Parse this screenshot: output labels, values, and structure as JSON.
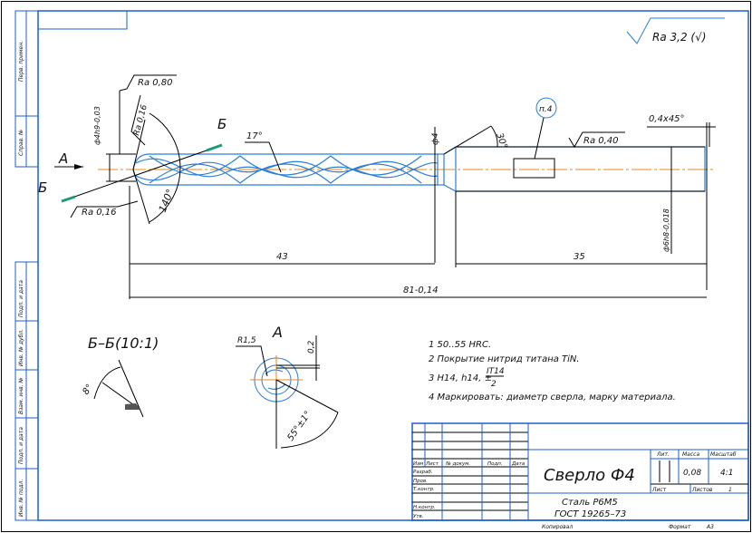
{
  "roughness_general": "Ra 3,2 (√)",
  "views": {
    "section_label": "Б–Б(10:1)",
    "view_a_label": "А",
    "section_mark": "Б"
  },
  "dimensions": {
    "diameter_tip": "ф4h9-0,03",
    "ra_080": "Ra 0,80",
    "ra_016_top": "Ra 0,16",
    "ra_016_bottom": "Ra 0,16",
    "ra_040": "Ra 0,40",
    "angle_140": "140°",
    "angle_17": "17°",
    "diameter_neck": "ф4",
    "angle_30": "30°",
    "note_ref": "п.4",
    "chamfer": "0,4x45°",
    "diameter_shank": "ф6h8-0,018",
    "len_flute": "43",
    "len_shank": "35",
    "len_total": "81-0,14",
    "radius": "R1,5",
    "offset": "0,2",
    "angle_55": "55°±1°",
    "angle_8": "8°"
  },
  "notes": [
    "1 50..55 HRC.",
    "2 Покрытие нитрид титана TiN.",
    "3 H14, h14, ±",
    "4 Маркировать: диаметр сверла, марку материала."
  ],
  "note3_fraction": {
    "num": "IT14",
    "den": "2"
  },
  "side_stamps": [
    "Перв. примен.",
    "Справ. №",
    "Подп. и дата",
    "Инв. № дубл.",
    "Взам. инв. №",
    "Подп. и дата",
    "Инв. № подл."
  ],
  "title_block": {
    "headers": [
      "Изм",
      "Лист",
      "№ докум.",
      "Подп.",
      "Дата"
    ],
    "roles": [
      "Разраб.",
      "Пров.",
      "Т.контр.",
      "",
      "Н.контр.",
      "Утв."
    ],
    "title": "Сверло Ф4",
    "material_1": "Сталь Р6М5",
    "material_2": "ГОСТ 19265–73",
    "lit_label": "Лит.",
    "mass_label": "Масса",
    "scale_label": "Масштаб",
    "mass": "0,08",
    "scale": "4:1",
    "sheet_label": "Лист",
    "sheets_label": "Листов",
    "sheets": "1",
    "copied": "Копировал",
    "format_label": "Формат",
    "format": "A3"
  }
}
